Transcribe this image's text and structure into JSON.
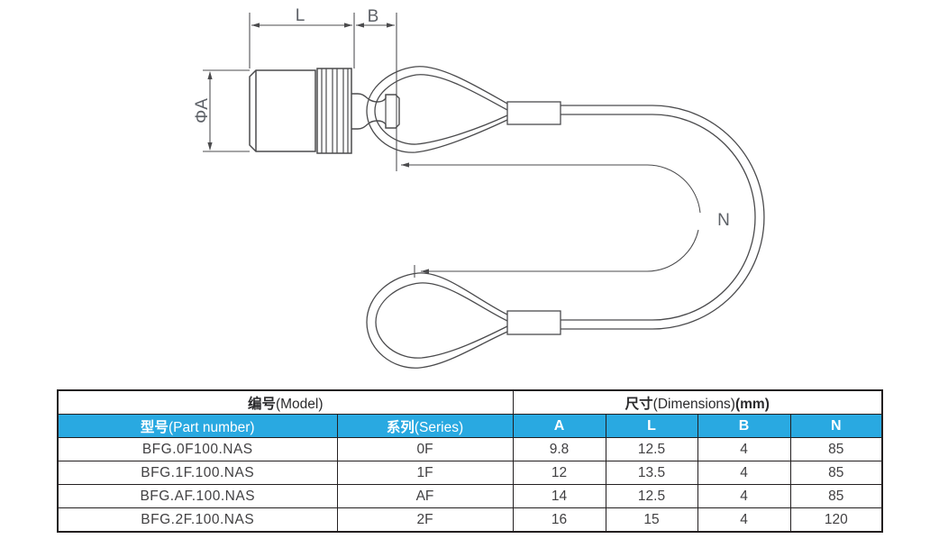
{
  "drawing": {
    "labels": {
      "diameter": "ΦA",
      "body_length": "L",
      "stem_length": "B",
      "cable_length": "N"
    },
    "line_color": "#4b4b4d",
    "label_color": "#5d6167"
  },
  "table": {
    "group_headers": [
      {
        "zh": "编号",
        "en": "(Model)"
      },
      {
        "zh": "尺寸",
        "en": "(Dimensions)",
        "unit": "(mm)"
      }
    ],
    "columns": [
      {
        "zh": "型号",
        "en": "(Part number)"
      },
      {
        "zh": "系列",
        "en": "(Series)"
      },
      {
        "label": "A"
      },
      {
        "label": "L"
      },
      {
        "label": "B"
      },
      {
        "label": "N"
      }
    ],
    "rows": [
      [
        "BFG.0F100.NAS",
        "0F",
        "9.8",
        "12.5",
        "4",
        "85"
      ],
      [
        "BFG.1F.100.NAS",
        "1F",
        "12",
        "13.5",
        "4",
        "85"
      ],
      [
        "BFG.AF.100.NAS",
        "AF",
        "14",
        "12.5",
        "4",
        "85"
      ],
      [
        "BFG.2F.100.NAS",
        "2F",
        "16",
        "15",
        "4",
        "120"
      ]
    ],
    "colors": {
      "header_bg": "#29a9e1",
      "header_text": "#ffffff",
      "border": "#231f20",
      "body_text": "#414042"
    }
  }
}
